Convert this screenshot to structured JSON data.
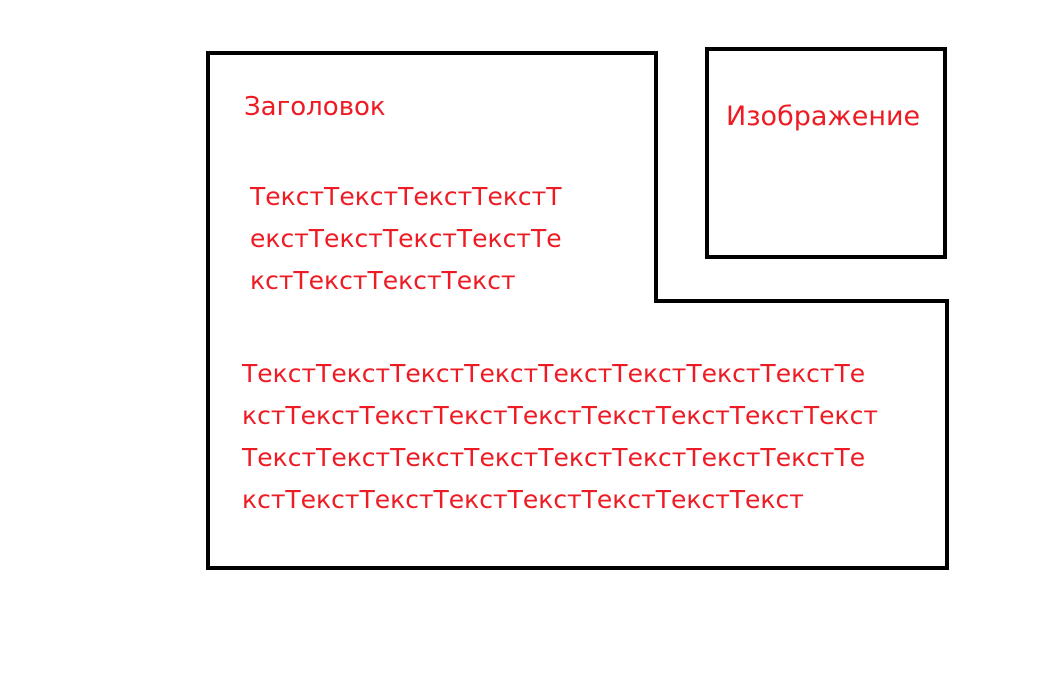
{
  "colors": {
    "text": "#ed1c24",
    "outline": "#000000",
    "background": "#ffffff"
  },
  "layout_block": {
    "heading": "Заголовок",
    "image_placeholder": "Изображение",
    "short_text_lines": [
      "ТекстТекстТекстТекстТ",
      "екстТекстТекстТекстТе",
      "кстТекстТекстТекст"
    ],
    "long_text_lines": [
      "ТекстТекстТекстТекстТекстТекстТекстТекстТе",
      "кстТекстТекстТекстТекстТекстТекстТекстТекст",
      "ТекстТекстТекстТекстТекстТекстТекстТекстТе",
      "кстТекстТекстТекстТекстТекстТекстТекст"
    ]
  }
}
